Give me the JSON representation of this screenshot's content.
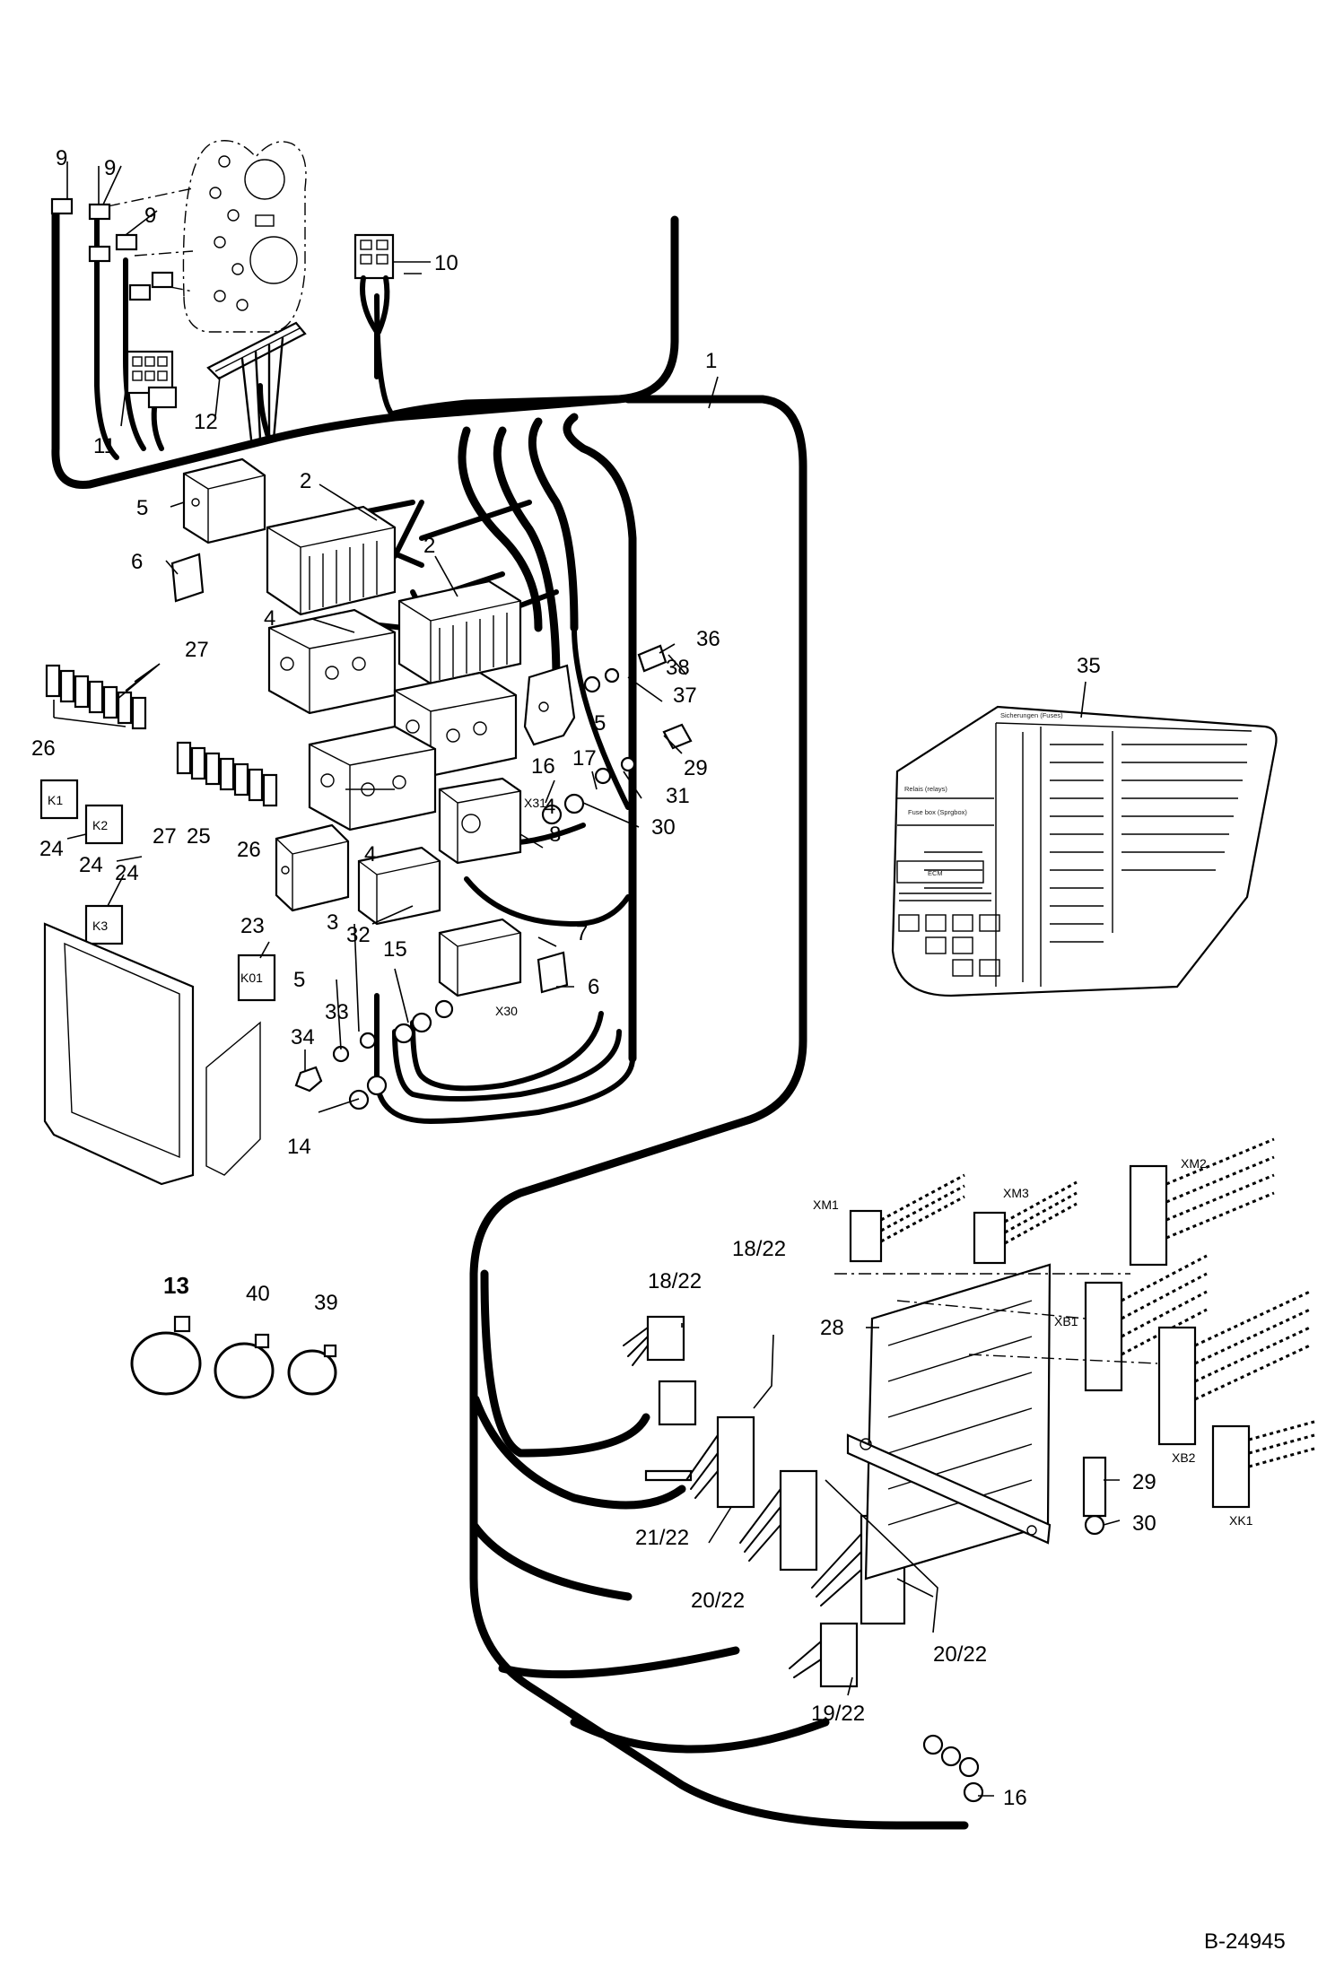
{
  "drawing_reference": "B-24945",
  "callouts": {
    "c1": "1",
    "c2a": "2",
    "c2b": "2",
    "c3": "3",
    "c4a": "4",
    "c4b": "4",
    "c4c": "4",
    "c5a": "5",
    "c5b": "5",
    "c5c": "5",
    "c6a": "6",
    "c6b": "6",
    "c7": "7",
    "c8": "8",
    "c9a": "9",
    "c9b": "9",
    "c9c": "9",
    "c10": "10",
    "c11": "11",
    "c12": "12",
    "c13": "13",
    "c14": "14",
    "c15": "15",
    "c16a": "16",
    "c16b": "16",
    "c17": "17",
    "c18a": "18/22",
    "c18b": "18/22",
    "c19": "19/22",
    "c20a": "20/22",
    "c20b": "20/22",
    "c21": "21/22",
    "c23": "23",
    "c24a": "24",
    "c24b": "24",
    "c24c": "24",
    "c25": "25",
    "c26a": "26",
    "c26b": "26",
    "c27a": "27",
    "c27b": "27",
    "c28": "28",
    "c29a": "29",
    "c29b": "29",
    "c30a": "30",
    "c30b": "30",
    "c31": "31",
    "c32": "32",
    "c33": "33",
    "c34": "34",
    "c35": "35",
    "c36": "36",
    "c37": "37",
    "c38": "38",
    "c39": "39",
    "c40": "40"
  },
  "component_labels": {
    "k1": "K1",
    "k2": "K2",
    "k3": "K3",
    "k01": "K01",
    "x30": "X30",
    "x31": "X31",
    "xm1": "XM1",
    "xm2": "XM2",
    "xm3": "XM3",
    "xb1": "XB1",
    "xb2": "XB2",
    "xk1": "XK1"
  },
  "fuse_label": {
    "header": "Sicherungen (Fuses)",
    "relay_header": "Relais (relays)",
    "relay_sub": "Fuse box (Sprgbox)",
    "ecm": "ECM"
  },
  "colors": {
    "line": "#000000",
    "background": "#ffffff"
  }
}
